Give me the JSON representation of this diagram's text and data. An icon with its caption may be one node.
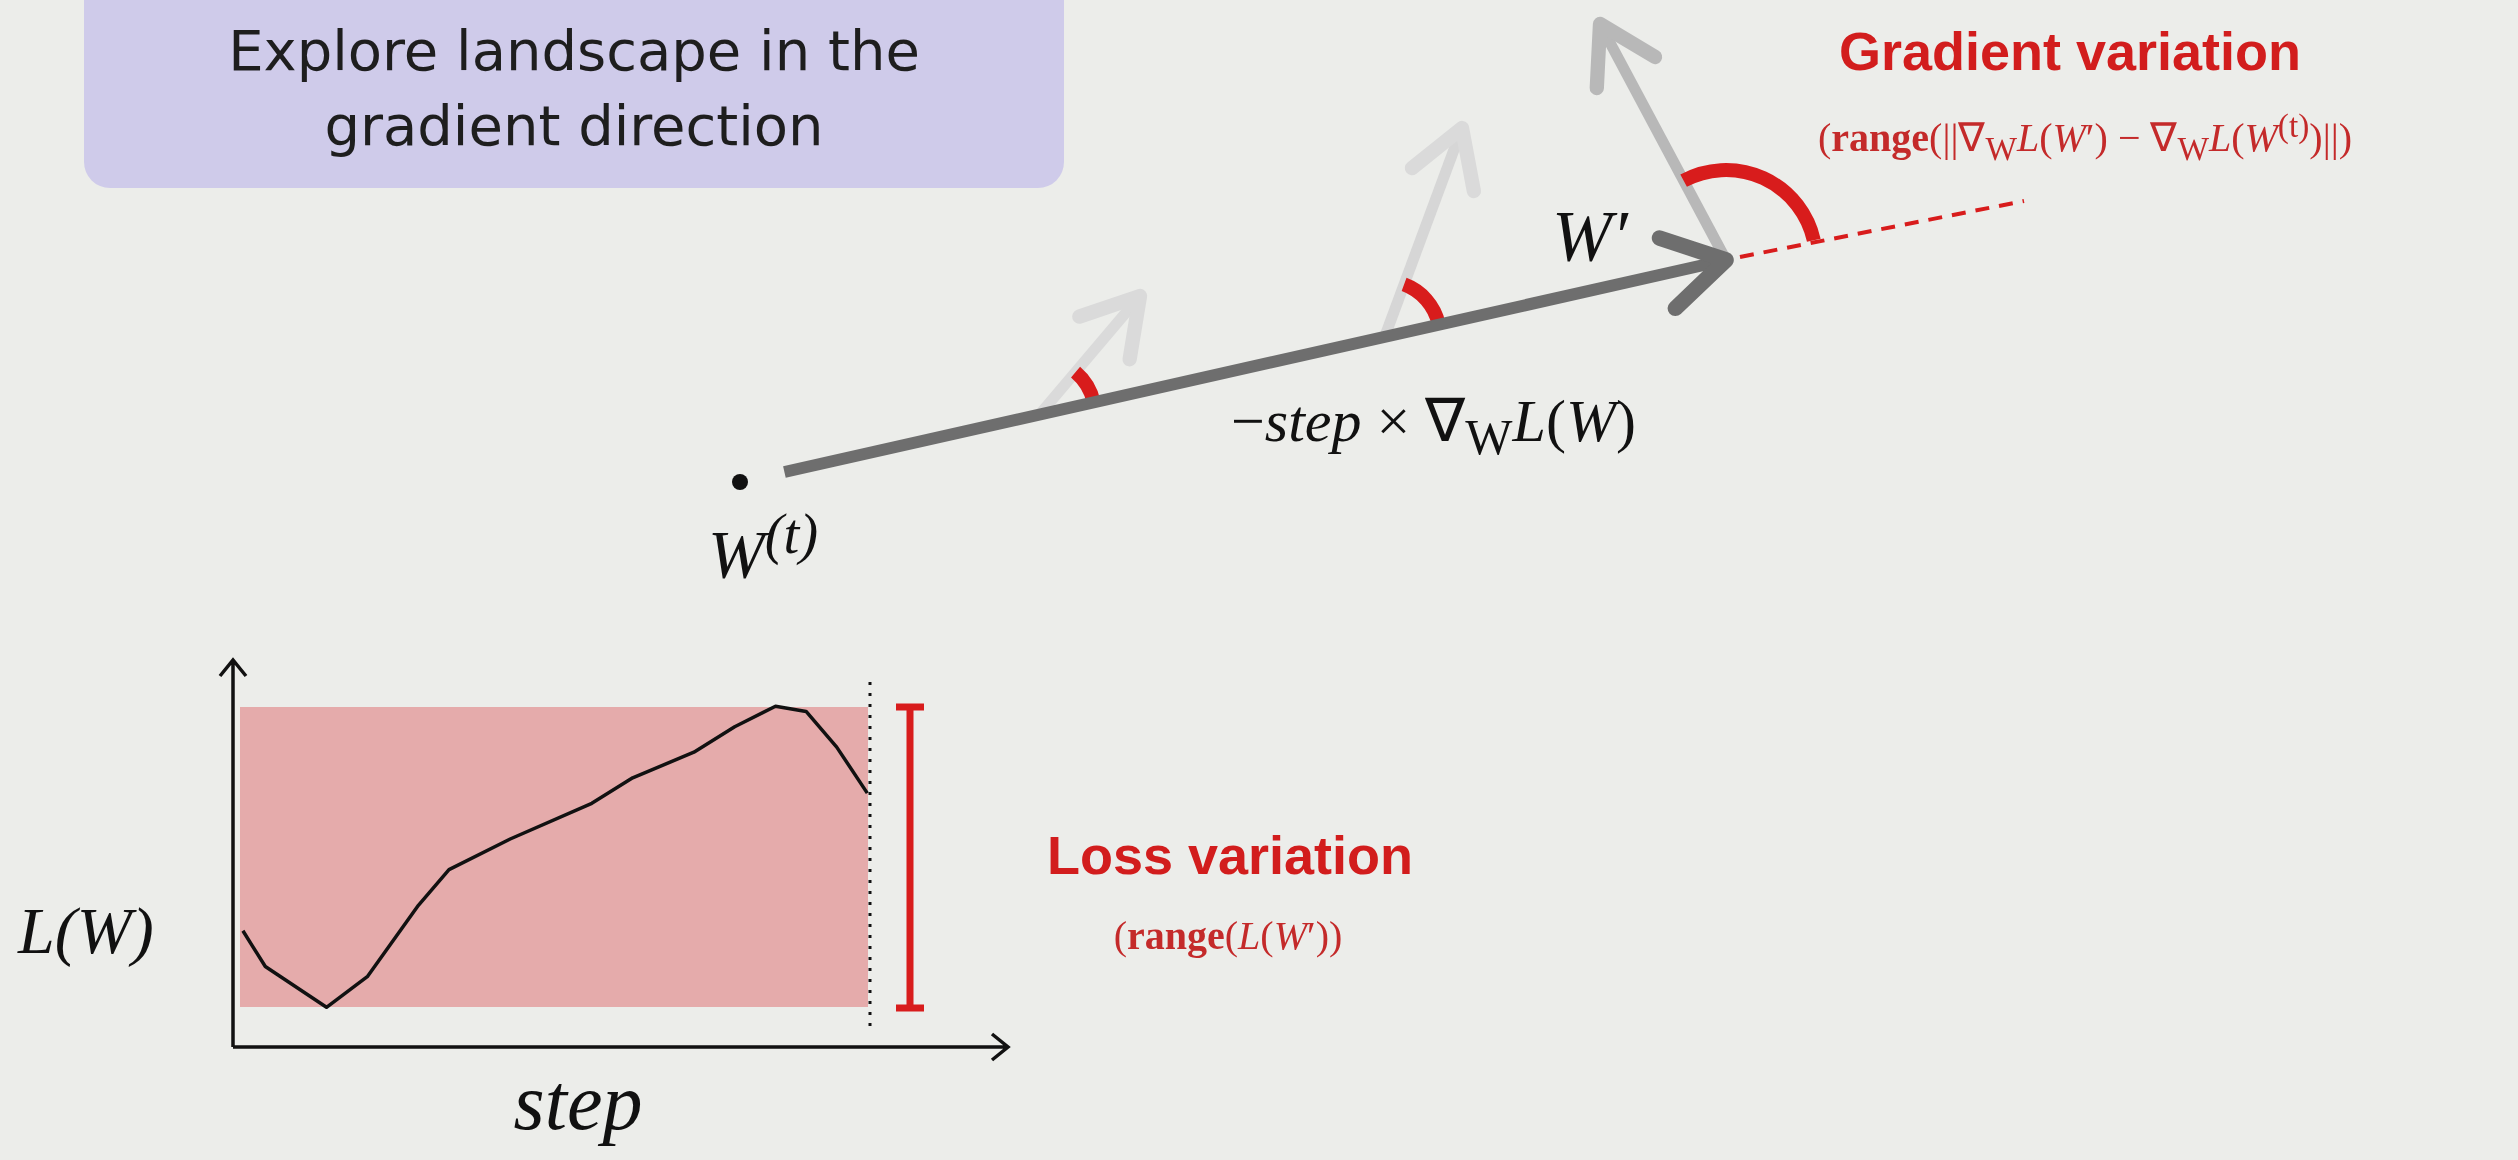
{
  "diagram": {
    "nodes": [
      {
        "text": [
          "Explore landscape in the gradient direction"
        ]
      },
      {
        "text": [
          "W$^{(t)}$"
        ]
      },
      {
        "text": [
          "W′"
        ]
      }
    ],
    "edges": [
      {
        "from": 1,
        "to": 2,
        "arrow": "to",
        "label": "−*step* × ∇$_{W}$*L*(*W*)"
      }
    ],
    "labels": [
      "Gradient variation",
      "(**range**(||∇$_{W}$*L*(*W*′) − ∇$_{W}$*L*(*W*$^{(t)}$)||)",
      "L(W)",
      "step",
      "Loss variation",
      "(**range**(*L*(*W*′))"
    ]
  }
}
